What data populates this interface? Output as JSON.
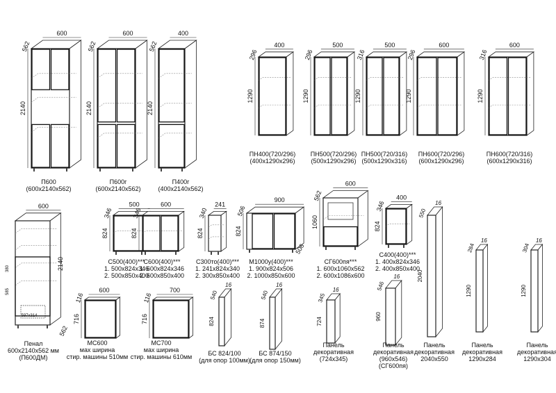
{
  "items": [
    {
      "id": "p600",
      "name": "П600",
      "size": "(600x2140x562)",
      "w": "600",
      "d": "562",
      "h": "2140"
    },
    {
      "id": "p600g",
      "name": "П600г",
      "size": "(600x2140x562)",
      "w": "600",
      "d": "562",
      "h": "2140"
    },
    {
      "id": "p400g",
      "name": "П400г",
      "size": "(400x2140x562)",
      "w": "400",
      "d": "562",
      "h": "2140"
    },
    {
      "id": "pn400",
      "name": "ПН400(720/296)",
      "size": "(400x1290x296)",
      "w": "400",
      "d": "296",
      "h": "1290"
    },
    {
      "id": "pn500a",
      "name": "ПН500(720/296)",
      "size": "(500x1290x296)",
      "w": "500",
      "d": "296",
      "h": "1290"
    },
    {
      "id": "pn500b",
      "name": "ПН500(720/316)",
      "size": "(500x1290x316)",
      "w": "500",
      "d": "316",
      "h": "1290"
    },
    {
      "id": "pn600a",
      "name": "ПН600(720/296)",
      "size": "(600x1290x296)",
      "w": "600",
      "d": "296",
      "h": "1290"
    },
    {
      "id": "pn600b",
      "name": "ПН600(720/316)",
      "size": "(600x1290x316)",
      "w": "600",
      "d": "316",
      "h": "1290"
    },
    {
      "id": "penal",
      "name": "Пенал",
      "line2": "600x2140x562 мм",
      "line3": "(П600ДМ)",
      "w": "600",
      "h": "2140",
      "d": "562",
      "inner1": "380",
      "inner2": "585",
      "inner3": "597x314"
    },
    {
      "id": "s500",
      "name": "С500(400)***",
      "line2": "1. 500x824x346",
      "line3": "2. 500x850x400",
      "w": "500",
      "d": "346",
      "h": "824"
    },
    {
      "id": "s600",
      "name": "С600(400)***",
      "line2": "1. 600x824x346",
      "line3": "2. 600x850x400",
      "w": "600",
      "d": "346",
      "h": "824"
    },
    {
      "id": "s300to",
      "name": "С300то(400)***",
      "line2": "1. 241x824x340",
      "line3": "2. 300x850x400",
      "w": "241",
      "d": "340",
      "h": "824"
    },
    {
      "id": "m1000u",
      "name": "М1000у(400)***",
      "line2": "1. 900x824x506",
      "line3": "2. 1000x850x600",
      "w": "900",
      "d": "506",
      "h": "824",
      "d2": "506"
    },
    {
      "id": "sg600pya",
      "name": "СГ600пя***",
      "line2": "1. 600x1060x562",
      "line3": "2. 600x1086x600",
      "w": "600",
      "d": "562",
      "h": "1060"
    },
    {
      "id": "s400",
      "name": "С400(400)***",
      "line2": "1. 400x824x346",
      "line3": "2. 400x850x400",
      "w": "400",
      "d": "346",
      "h": "824"
    },
    {
      "id": "ms600",
      "name": "МС600",
      "line2": "мах ширина",
      "line3": "стир. машины 510мм",
      "w": "600",
      "d": "116",
      "h": "716"
    },
    {
      "id": "ms700",
      "name": "МС700",
      "line2": "мах ширина",
      "line3": "стир. машины 610мм",
      "w": "700",
      "d": "116",
      "h": "716"
    },
    {
      "id": "bs824",
      "name": "БС 824/100",
      "line2": "(для опор 100мм)",
      "w": "16",
      "d": "540",
      "h": "824"
    },
    {
      "id": "bs874",
      "name": "БС 874/150",
      "line2": "(для опор 150мм)",
      "w": "16",
      "d": "540",
      "h": "874"
    },
    {
      "id": "pan724",
      "name": "Панель",
      "line2": "декоративная",
      "line3": "(724x345)",
      "w": "16",
      "d": "345",
      "h": "724"
    },
    {
      "id": "pan960",
      "name": "Панель",
      "line2": "декоративная",
      "line3": "(960x546)",
      "line4": "(СГ600пя)",
      "w": "16",
      "d": "546",
      "h": "960"
    },
    {
      "id": "pan2040",
      "name": "Панель",
      "line2": "декоративная",
      "line3": "2040x550",
      "w": "16",
      "d": "550",
      "h": "2040"
    },
    {
      "id": "pan1290a",
      "name": "Панель",
      "line2": "декоративная",
      "line3": "1290x284",
      "w": "16",
      "d": "284",
      "h": "1290"
    },
    {
      "id": "pan1290b",
      "name": "Панель",
      "line2": "декоративная",
      "line3": "1290x304",
      "w": "16",
      "d": "304",
      "h": "1290"
    }
  ]
}
